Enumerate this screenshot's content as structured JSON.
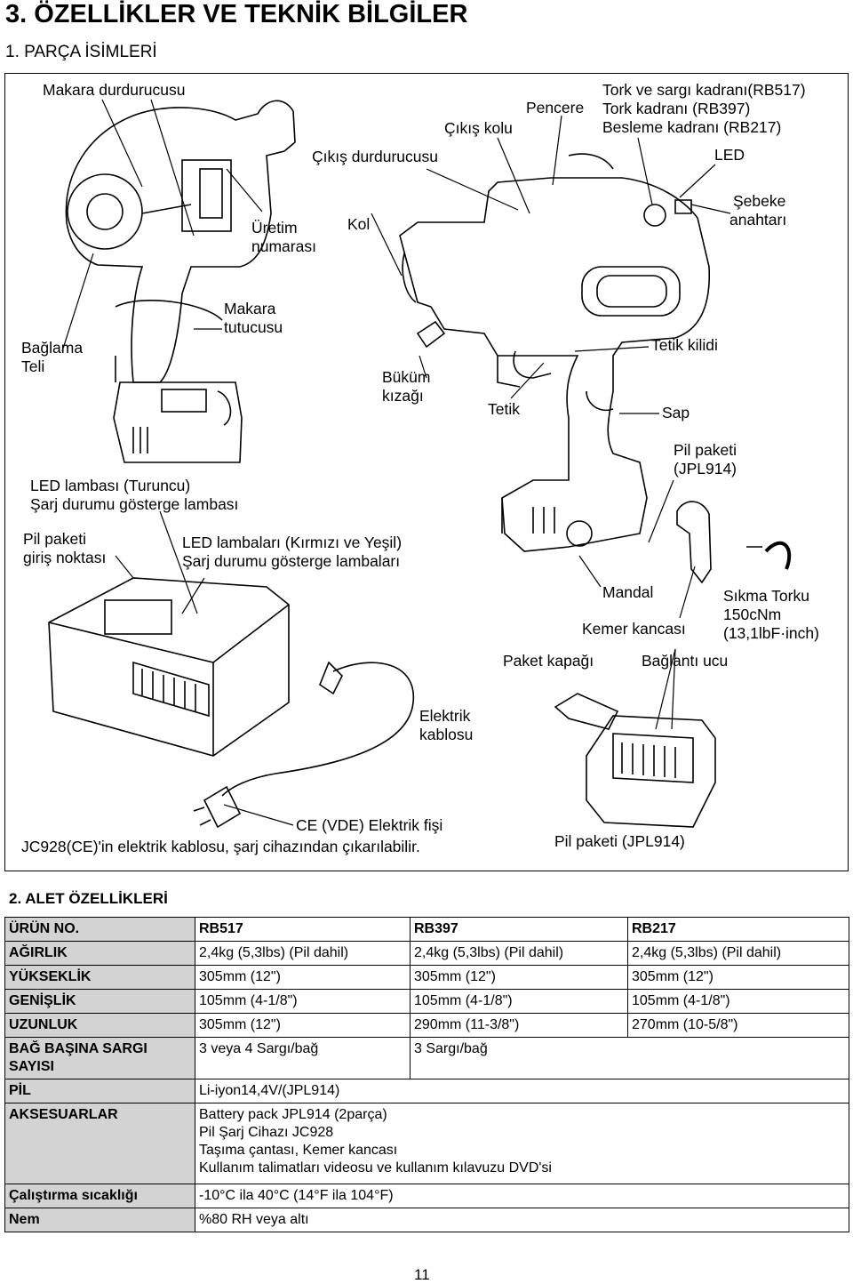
{
  "section_title": "3. ÖZELLİKLER VE TEKNİK BİLGİLER",
  "subsection_title": "1.  PARÇA İSİMLERİ",
  "labels": {
    "makara_durdurucusu": "Makara durdurucusu",
    "pencere": "Pencere",
    "tork_1": "Tork ve sargı kadranı(RB517)",
    "tork_2": "Tork kadranı (RB397)",
    "tork_3": "Besleme kadranı (RB217)",
    "cikis_kolu": "Çıkış kolu",
    "cikis_durdurucusu": "Çıkış durdurucusu",
    "led": "LED",
    "uretim_1": "Üretim",
    "uretim_2": "numarası",
    "kol": "Kol",
    "sebeke_1": "Şebeke",
    "sebeke_2": "anahtarı",
    "makara_tutucusu_1": "Makara",
    "makara_tutucusu_2": "tutucusu",
    "baglama_1": "Bağlama",
    "baglama_2": "Teli",
    "tetik_kilidi": "Tetik kilidi",
    "bukum_1": "Büküm",
    "bukum_2": "kızağı",
    "tetik": "Tetik",
    "sap": "Sap",
    "pil_paketi_1": "Pil paketi",
    "pil_paketi_2": "(JPL914)",
    "led_turuncu_1": "LED lambası (Turuncu)",
    "led_turuncu_2": "Şarj durumu gösterge lambası",
    "giris_1": "Pil paketi",
    "giris_2": "giriş noktası",
    "led_kirmizi_1": "LED lambaları (Kırmızı ve Yeşil)",
    "led_kirmizi_2": "Şarj durumu gösterge lambaları",
    "mandal": "Mandal",
    "sikma_1": "Sıkma Torku",
    "sikma_2": "150cNm",
    "sikma_3": "(13,1lbF·inch)",
    "kemer_kancasi": "Kemer kancası",
    "paket_kapagi": "Paket kapağı",
    "baglanti_ucu": "Bağlantı ucu",
    "elektrik_1": "Elektrik",
    "elektrik_2": "kablosu",
    "ce_fisi": "CE (VDE) Elektrik fişi",
    "jc928_note": "JC928(CE)'in elektrik kablosu, şarj cihazından çıkarılabilir.",
    "pil_paketi_bottom": "Pil paketi (JPL914)"
  },
  "spec_title": "2.  ALET ÖZELLİKLERİ",
  "spec_table": {
    "header": [
      "ÜRÜN NO.",
      "RB517",
      "RB397",
      "RB217"
    ],
    "rows": [
      [
        "AĞIRLIK",
        "2,4kg (5,3lbs) (Pil dahil)",
        "2,4kg (5,3lbs) (Pil dahil)",
        "2,4kg (5,3lbs) (Pil dahil)"
      ],
      [
        "YÜKSEKLİK",
        "305mm (12\")",
        "305mm (12\")",
        "305mm (12\")"
      ],
      [
        "GENİŞLİK",
        "105mm (4-1/8\")",
        "105mm (4-1/8\")",
        "105mm (4-1/8\")"
      ],
      [
        "UZUNLUK",
        "305mm (12\")",
        "290mm (11-3/8\")",
        "270mm (10-5/8\")"
      ]
    ],
    "bag_label": "BAĞ BAŞINA SARGI SAYISI",
    "bag_rb517": "3 veya 4 Sargı/bağ",
    "bag_rest": "3 Sargı/bağ",
    "pil_label": "PİL",
    "pil_value": "Li-iyon14,4V/(JPL914)",
    "aks_label": "AKSESUARLAR",
    "aks_lines": [
      "Battery pack JPL914 (2parça)",
      "Pil Şarj Cihazı JC928",
      "Taşıma çantası, Kemer kancası",
      "Kullanım talimatları videosu ve kullanım kılavuzu DVD'si"
    ],
    "temp_label": "Çalıştırma sıcaklığı",
    "temp_value": "-10°C ila 40°C (14°F ila 104°F)",
    "nem_label": "Nem",
    "nem_value": "%80 RH veya altı"
  },
  "page_number": "11"
}
